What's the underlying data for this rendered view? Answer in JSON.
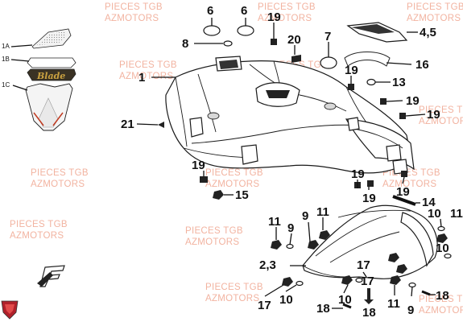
{
  "watermark": {
    "line1": "PIECES TGB",
    "line2": "AZMOTORS"
  },
  "callouts": {
    "c1": "1",
    "c1a": "1A",
    "c1b": "1B",
    "c1c": "1C",
    "c21": "21",
    "c8": "8",
    "c6a": "6",
    "c6b": "6",
    "c19a": "19",
    "c20": "20",
    "c7": "7",
    "c45": "4,5",
    "c16": "16",
    "c19b": "19",
    "c13": "13",
    "c19c": "19",
    "c19d": "19",
    "c19e": "19",
    "c15": "15",
    "c19f": "19",
    "c19g": "19",
    "c14": "14",
    "c11a": "11",
    "c9a": "9",
    "c11b": "11",
    "c10a": "10",
    "c9b": "9",
    "c11c": "11",
    "c10b": "10",
    "c10c": "10",
    "c23": "2,3",
    "c17a": "17",
    "c17b": "17",
    "c17c": "17",
    "c10d": "10",
    "c18a": "18",
    "c18b": "18",
    "c18c": "18",
    "c11d": "11",
    "c9c": "9"
  },
  "decal_text": "Blade",
  "logo_letter": "F",
  "colors": {
    "watermark": "#f2b3a0",
    "line": "#1a1a1a",
    "decal_gold": "#c8a040",
    "decal_red": "#c03a20",
    "logo_red": "#b0202a"
  }
}
